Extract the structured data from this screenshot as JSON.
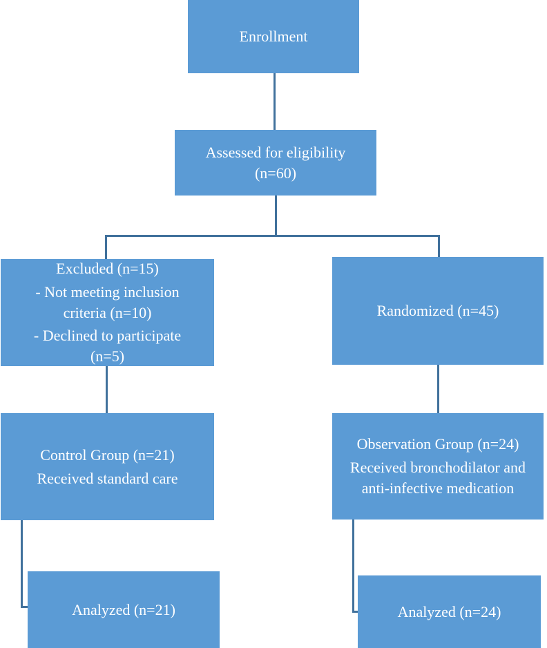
{
  "colors": {
    "box_fill": "#5b9bd5",
    "connector": "#41719c",
    "text": "#ffffff",
    "background": "#ffffff"
  },
  "nodes": {
    "enrollment": {
      "text": "Enrollment"
    },
    "assessed": {
      "text": "Assessed for eligibility (n=60)"
    },
    "excluded": {
      "title": "Excluded (n=15)",
      "reasons": [
        "- Not meeting inclusion criteria (n=10)",
        "- Declined to participate (n=5)"
      ]
    },
    "randomized": {
      "text": "Randomized (n=45)"
    },
    "control": {
      "title": "Control Group (n=21)",
      "subtitle": "Received standard care"
    },
    "observation": {
      "title": "Observation Group (n=24)",
      "subtitle": "Received bronchodilator and anti-infective medication"
    },
    "analyzed_control": {
      "text": "Analyzed (n=21)"
    },
    "analyzed_observation": {
      "text": "Analyzed (n=24)"
    }
  }
}
